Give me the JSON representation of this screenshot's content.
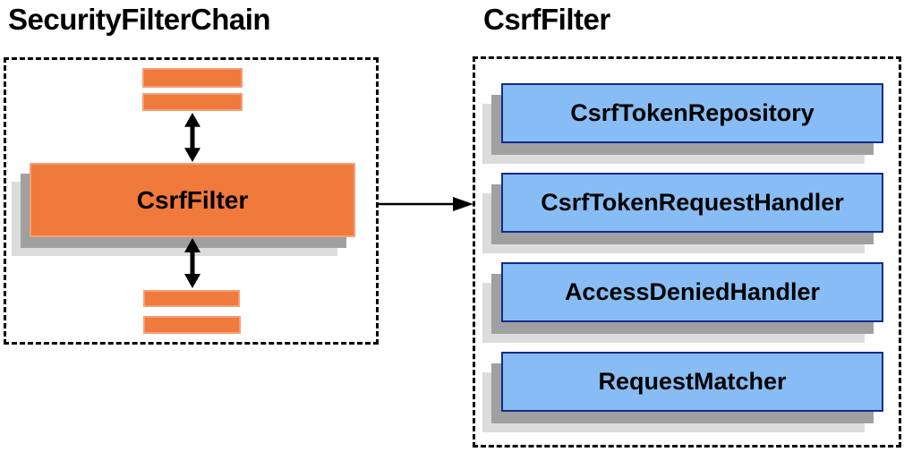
{
  "titles": {
    "left": "SecurityFilterChain",
    "right": "CsrfFilter"
  },
  "left_panel": {
    "filter_label": "CsrfFilter"
  },
  "right_panel": {
    "components": [
      "CsrfTokenRepository",
      "CsrfTokenRequestHandler",
      "AccessDeniedHandler",
      "RequestMatcher"
    ]
  },
  "icons": {
    "vertical_connector": "bidirectional-arrow-icon",
    "chain_to_components": "flow-arrow-icon"
  },
  "colors": {
    "orange-fill": "#f0793c",
    "orange-border": "#f59e78",
    "blue-fill": "#87bdf4",
    "blue-border": "#142a8c",
    "shadow-dark": "#a0a0a0",
    "shadow-light": "#dcdcdc",
    "line": "#000000"
  }
}
